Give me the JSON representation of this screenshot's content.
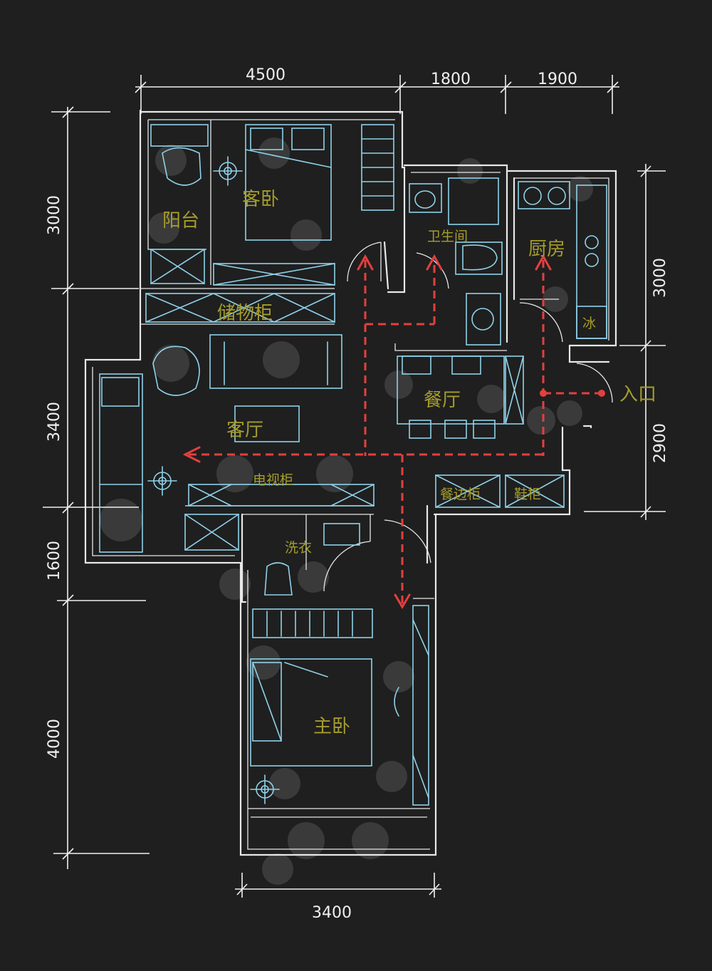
{
  "dimensions": {
    "top_1": "4500",
    "top_2": "1800",
    "top_3": "1900",
    "left_1": "3000",
    "left_2": "3400",
    "left_3": "1600",
    "left_4": "4000",
    "right_1": "3000",
    "right_2": "2900",
    "bottom_1": "3400"
  },
  "rooms": {
    "balcony_top": "阳台",
    "guest_bedroom": "客卧",
    "bathroom": "卫生间",
    "kitchen": "厨房",
    "storage_cabinet": "储物柜",
    "living_room": "客厅",
    "dining_room": "餐厅",
    "entrance": "入口",
    "tv_cabinet": "电视柜",
    "wash": "洗衣",
    "side_cabinet": "餐边柜",
    "shoe_cabinet": "鞋柜",
    "master_bedroom": "主卧",
    "fridge": "冰"
  },
  "colors": {
    "background": "#1f1f1f",
    "wall": "#e8e8e8",
    "furniture": "#8fd2ea",
    "label": "#a59d2c",
    "circulation": "#e2403e"
  }
}
